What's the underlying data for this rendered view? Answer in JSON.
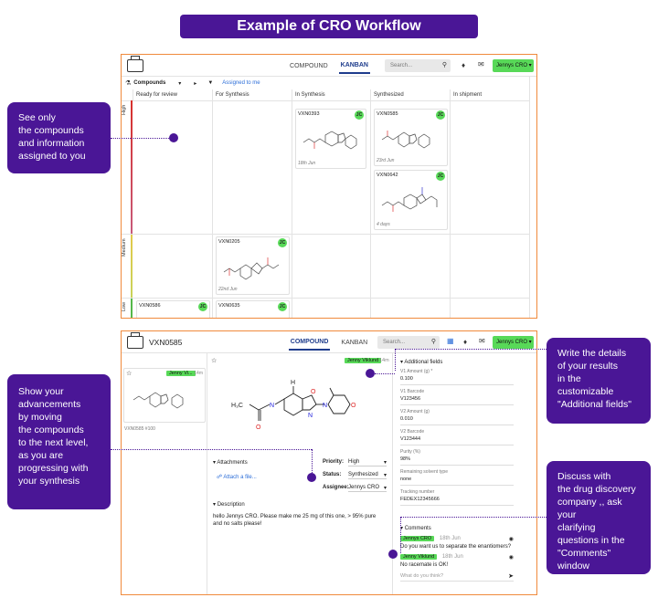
{
  "banner": {
    "title": "Example of CRO Workflow"
  },
  "callouts": {
    "left_top": [
      "See only",
      "the compounds",
      "and information",
      "assigned to you"
    ],
    "left_bottom": [
      "Show your",
      "advancements",
      "by moving",
      "the compounds",
      "to the next level,",
      "as you are",
      "progressing with",
      "your synthesis"
    ],
    "right_top": [
      "Write the details",
      "of your results",
      "in the",
      "customizable",
      "\"Additional fields\""
    ],
    "right_bottom": [
      "Discuss with",
      "the drug discovery",
      "company ,, ask your",
      "clarifying",
      "questions in the",
      "\"Comments\"",
      "window"
    ]
  },
  "kanban_window": {
    "tabs": {
      "compound": "COMPOUND",
      "kanban": "KANBAN"
    },
    "search_placeholder": "Search...",
    "user": "Jennys CRO",
    "compounds_label": "Compounds",
    "filter_label": "Assigned to me",
    "columns": [
      "Ready for review",
      "For Synthesis",
      "In Synthesis",
      "Synthesized",
      "In shipment"
    ],
    "rows": [
      "High",
      "Medium",
      "Low"
    ],
    "avatar": "JC",
    "cards": [
      {
        "id": "VXN0393",
        "date": "18th Jun"
      },
      {
        "id": "VXN0585",
        "date": "23rd Jun"
      },
      {
        "id": "VXN0642",
        "date": "4 days"
      },
      {
        "id": "VXN0205",
        "date": "22nd Jun"
      },
      {
        "id": "VXN0586",
        "date": ""
      },
      {
        "id": "VXN0635",
        "date": ""
      }
    ]
  },
  "compound_window": {
    "title": "VXN0585",
    "tabs": {
      "compound": "COMPOUND",
      "kanban": "KANBAN"
    },
    "search_placeholder": "Search...",
    "user": "Jennys CRO",
    "thumb": {
      "assignee": "Jenny Vi...",
      "age": "14m",
      "caption": "VXN0585 #100"
    },
    "main_tag": {
      "assignee": "Jenny Viklund",
      "age": "14m"
    },
    "attachments_label": "Attachments",
    "attach_link": "Attach a file...",
    "priority_label": "Priority:",
    "priority_value": "High",
    "status_label": "Status:",
    "status_value": "Synthesized",
    "assignee_label": "Assignee:",
    "assignee_value": "Jennys CRO",
    "description_label": "Description",
    "description_text": "hello Jennys CRO. Please make me 25 mg of this one, > 95% pure and no salts please!",
    "additional_fields_label": "Additional fields",
    "fields": [
      {
        "label": "V1 Amount (g) *",
        "value": "0.100"
      },
      {
        "label": "V1 Barcode",
        "value": "V123456"
      },
      {
        "label": "V2 Amount (g)",
        "value": "0.010"
      },
      {
        "label": "V2 Barcode",
        "value": "V123444"
      },
      {
        "label": "Purity (%)",
        "value": "98%"
      },
      {
        "label": "Remaining solvent type",
        "value": "none"
      },
      {
        "label": "Tracking number",
        "value": "FEDEX12345666"
      }
    ],
    "comments_label": "Comments",
    "comments": [
      {
        "author": "Jennys CRO",
        "date": "18th Jun",
        "text": "Do you want us to separate the enantiomers?"
      },
      {
        "author": "Jenny Viklund",
        "date": "18th Jun",
        "text": "No racemate is OK!"
      }
    ],
    "comment_placeholder": "What do you think?",
    "molecule_labels": {
      "methyl": "H₃C",
      "nh": "N",
      "h": "H",
      "o": "O",
      "n": "N"
    }
  }
}
